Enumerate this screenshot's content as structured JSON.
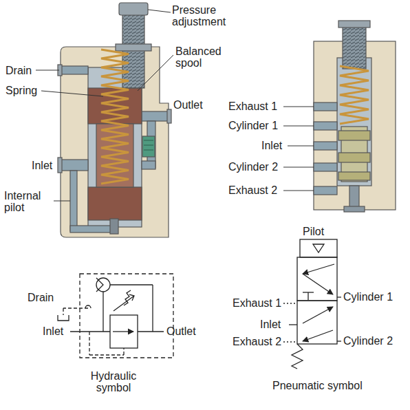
{
  "diagram": {
    "labels": [
      "Pressure adjustment",
      "Balanced spool",
      "Drain",
      "Spring",
      "Outlet",
      "Inlet",
      "Internal pilot",
      "Exhaust 1",
      "Cylinder 1",
      "Inlet",
      "Cylinder 2",
      "Exhaust 2",
      "Drain",
      "Inlet",
      "Outlet",
      "Hydraulic symbol",
      "Pilot",
      "Exhaust 1",
      "Inlet",
      "Exhaust 2",
      "Cylinder 1",
      "Cylinder 2",
      "Pneumatic symbol"
    ]
  }
}
